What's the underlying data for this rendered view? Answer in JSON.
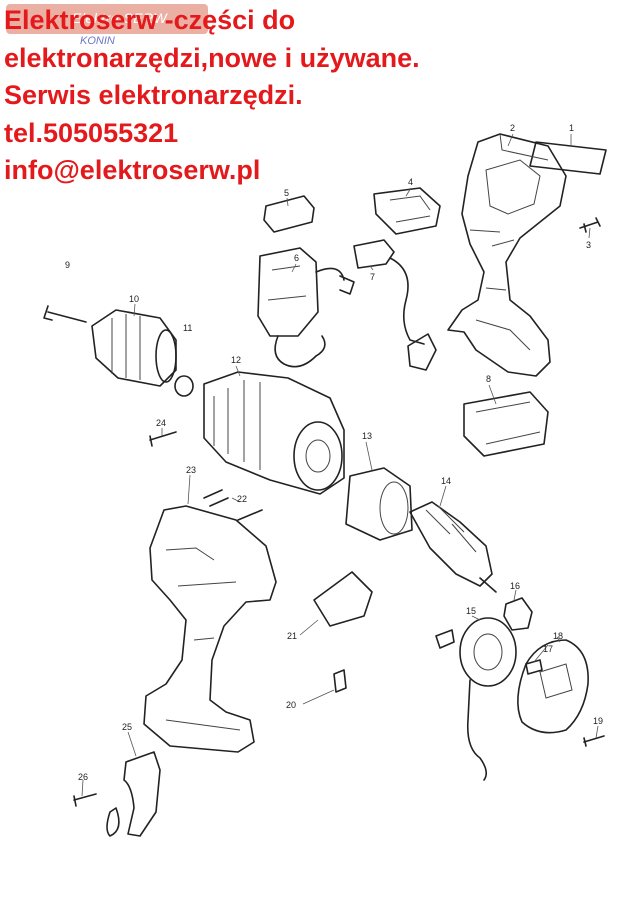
{
  "logo": {
    "text": "Elektro SERW",
    "city": "KONIN"
  },
  "header": {
    "lines": [
      "Elektroserw -części do",
      "elektronarzędzi,nowe i używane.",
      "Serwis elektronarzędzi.",
      "tel.505055321",
      "info@elektroserw.pl"
    ]
  },
  "parts": [
    {
      "label": "1"
    },
    {
      "label": "2"
    },
    {
      "label": "3"
    },
    {
      "label": "4"
    },
    {
      "label": "5"
    },
    {
      "label": "6"
    },
    {
      "label": "7"
    },
    {
      "label": "8"
    },
    {
      "label": "9"
    },
    {
      "label": "10"
    },
    {
      "label": "11"
    },
    {
      "label": "12"
    },
    {
      "label": "13"
    },
    {
      "label": "14"
    },
    {
      "label": "15"
    },
    {
      "label": "16"
    },
    {
      "label": "17"
    },
    {
      "label": "18"
    },
    {
      "label": "19"
    },
    {
      "label": "20"
    },
    {
      "label": "21"
    },
    {
      "label": "22"
    },
    {
      "label": "23"
    },
    {
      "label": "24"
    },
    {
      "label": "25"
    },
    {
      "label": "26"
    }
  ],
  "colors": {
    "header_text": "#e4191c",
    "logo_bg": "#e9a89b",
    "logo_city": "#6b76c9",
    "line_art": "#222222"
  }
}
